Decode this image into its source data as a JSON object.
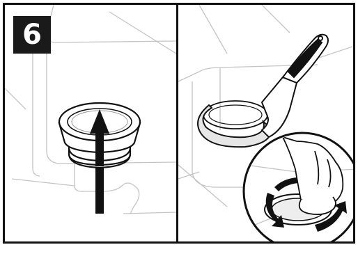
{
  "step": {
    "number": "6"
  },
  "icons": {
    "left_panel": [
      "sink-basin-outline",
      "sink-flange",
      "up-arrow"
    ],
    "right_panel": [
      "spanner-wrench",
      "mounting-ring",
      "detail-circle",
      "hand",
      "counterclockwise-arrows"
    ]
  },
  "colors": {
    "ink": "#111111",
    "line": "#bdbdbd",
    "badge_bg": "#1a1a1a",
    "badge_text": "#ffffff"
  }
}
